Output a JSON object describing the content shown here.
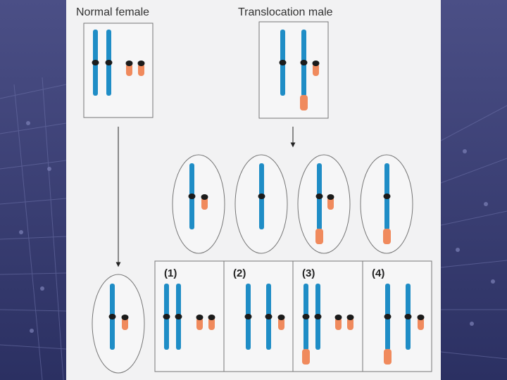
{
  "titles": {
    "normal_female": "Normal female",
    "translocation_male": "Translocation male"
  },
  "progeny_labels": [
    "(1)",
    "(2)",
    "(3)",
    "(4)"
  ],
  "colors": {
    "background": "#3a3f73",
    "panel": "#f2f2f3",
    "chromosome_blue": "#1f8dc6",
    "chromosome_segment": "#f08a5d",
    "centromere": "#1b1b1b",
    "cell_outline": "#777777"
  }
}
